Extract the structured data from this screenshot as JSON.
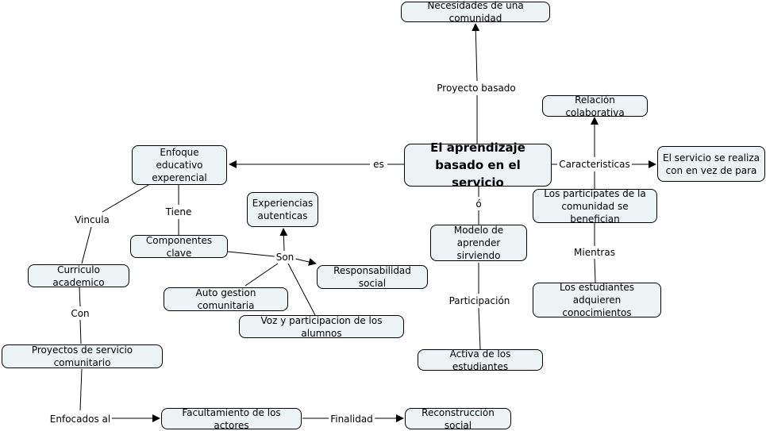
{
  "diagram": {
    "type": "concept-map",
    "nodes": {
      "main": "El aprendizaje\nbasado en el servicio",
      "necesidades": "Necesidades de una comunidad",
      "relacion": "Relación colaborativa",
      "servicio_realiza": "El servicio se realiza\ncon en vez de para",
      "participantes": "Los participates de la\ncomunidad se benefician",
      "estudiantes_adquieren": "Los estudiantes adquieren\nconocimientos",
      "modelo": "Modelo de\naprender sirviendo",
      "activa": "Activa de los estudiantes",
      "enfoque": "Enfoque educativo\nexperencial",
      "componentes": "Componentes clave",
      "experiencias": "Experiencias\nautenticas",
      "responsabilidad": "Responsabilidad social",
      "auto_gestion": "Auto gestion comunitaria",
      "voz": "Voz y participacion de los alumnos",
      "curriculo": "Curriculo academico",
      "proyectos": "Proyectos de servicio comunitario",
      "facultamiento": "Facultamiento de los actores",
      "reconstruccion": "Reconstrucción social"
    },
    "link_labels": {
      "proyecto_basado": "Proyecto basado",
      "es": "es",
      "caracteristicas": "Caracteristicas",
      "o": "ó",
      "mientras": "Mientras",
      "participacion": "Participación",
      "tiene": "Tiene",
      "vincula": "Vincula",
      "son": "Son",
      "con": "Con",
      "enfocados_al": "Enfocados al",
      "finalidad": "Finalidad"
    },
    "edges": [
      {
        "from": "main",
        "via": "proyecto_basado",
        "to": "necesidades"
      },
      {
        "from": "main",
        "via": "es",
        "to": "enfoque"
      },
      {
        "from": "main",
        "via": "caracteristicas",
        "to": "relacion"
      },
      {
        "from": "main",
        "via": "caracteristicas",
        "to": "servicio_realiza"
      },
      {
        "from": "main",
        "via": "caracteristicas",
        "to": "participantes"
      },
      {
        "from": "main",
        "via": "o",
        "to": "modelo"
      },
      {
        "from": "participantes",
        "via": "mientras",
        "to": "estudiantes_adquieren"
      },
      {
        "from": "modelo",
        "via": "participacion",
        "to": "activa"
      },
      {
        "from": "enfoque",
        "via": "tiene",
        "to": "componentes"
      },
      {
        "from": "enfoque",
        "via": "vincula",
        "to": "curriculo"
      },
      {
        "from": "componentes",
        "via": "son",
        "to": "experiencias"
      },
      {
        "from": "componentes",
        "via": "son",
        "to": "responsabilidad"
      },
      {
        "from": "componentes",
        "via": "son",
        "to": "auto_gestion"
      },
      {
        "from": "componentes",
        "via": "son",
        "to": "voz"
      },
      {
        "from": "curriculo",
        "via": "con",
        "to": "proyectos"
      },
      {
        "from": "proyectos",
        "via": "enfocados_al",
        "to": "facultamiento"
      },
      {
        "from": "facultamiento",
        "via": "finalidad",
        "to": "reconstruccion"
      }
    ],
    "colors": {
      "node_fill": "#ebf3f5",
      "stroke": "#000000",
      "background": "#ffffff"
    }
  }
}
